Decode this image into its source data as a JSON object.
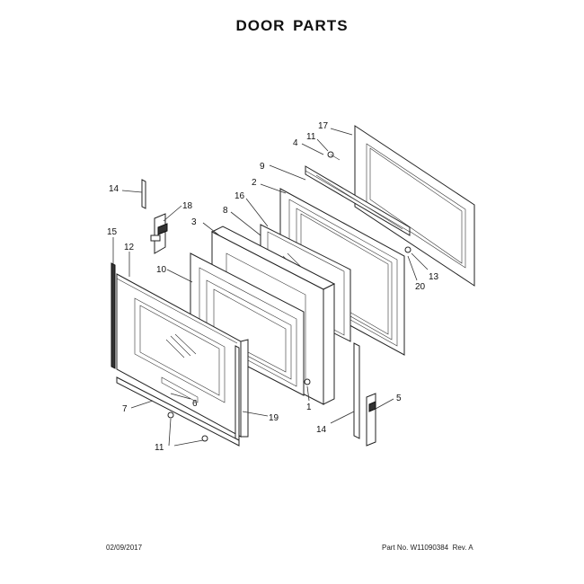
{
  "title": "DOOR PARTS",
  "callouts": [
    "17",
    "4",
    "11",
    "9",
    "2",
    "16",
    "14",
    "18",
    "8",
    "3",
    "15",
    "12",
    "10",
    "13",
    "20",
    "1",
    "5",
    "7",
    "6",
    "19",
    "14",
    "11"
  ],
  "footer": {
    "date": "02/09/2017",
    "part_number": "Part No. W11090384",
    "revision": "Rev. A"
  }
}
